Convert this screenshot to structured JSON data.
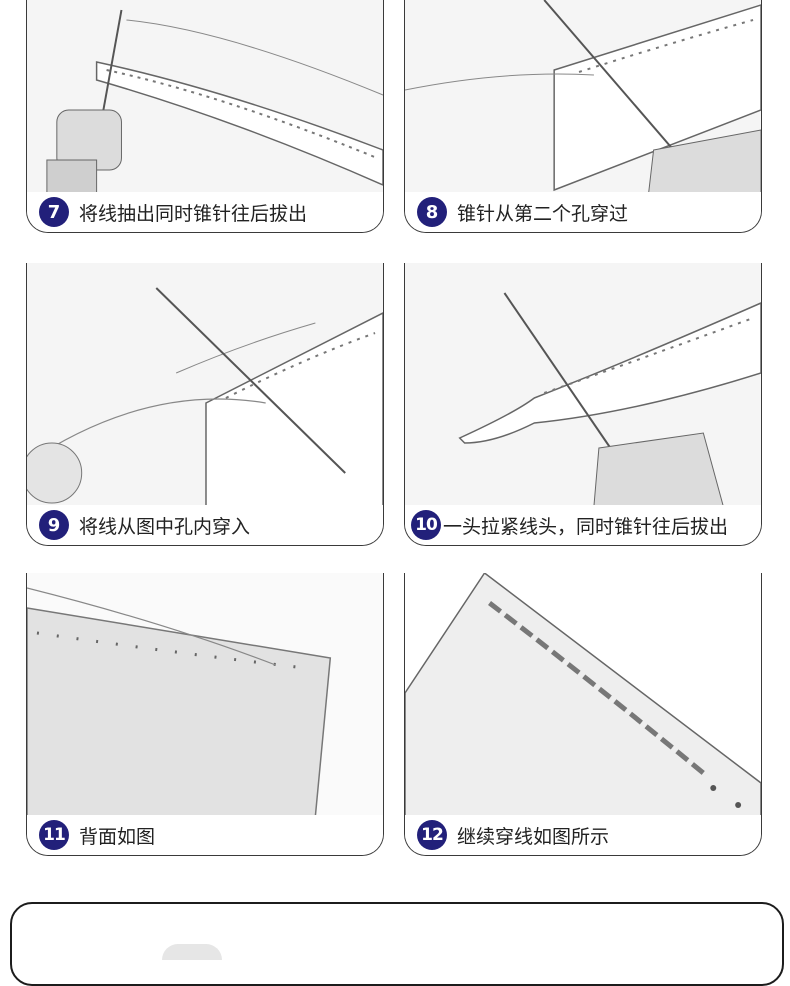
{
  "steps": [
    {
      "number": "7",
      "text": "将线抽出同时锥针往后拔出"
    },
    {
      "number": "8",
      "text": "锥针从第二个孔穿过"
    },
    {
      "number": "9",
      "text": "将线从图中孔内穿入"
    },
    {
      "number": "10",
      "text": "一头拉紧线头，同时锥针往后拔出"
    },
    {
      "number": "11",
      "text": "背面如图"
    },
    {
      "number": "12",
      "text": "继续穿线如图所示"
    }
  ],
  "colors": {
    "badge": "#22207a",
    "border": "#3a3a3a"
  }
}
